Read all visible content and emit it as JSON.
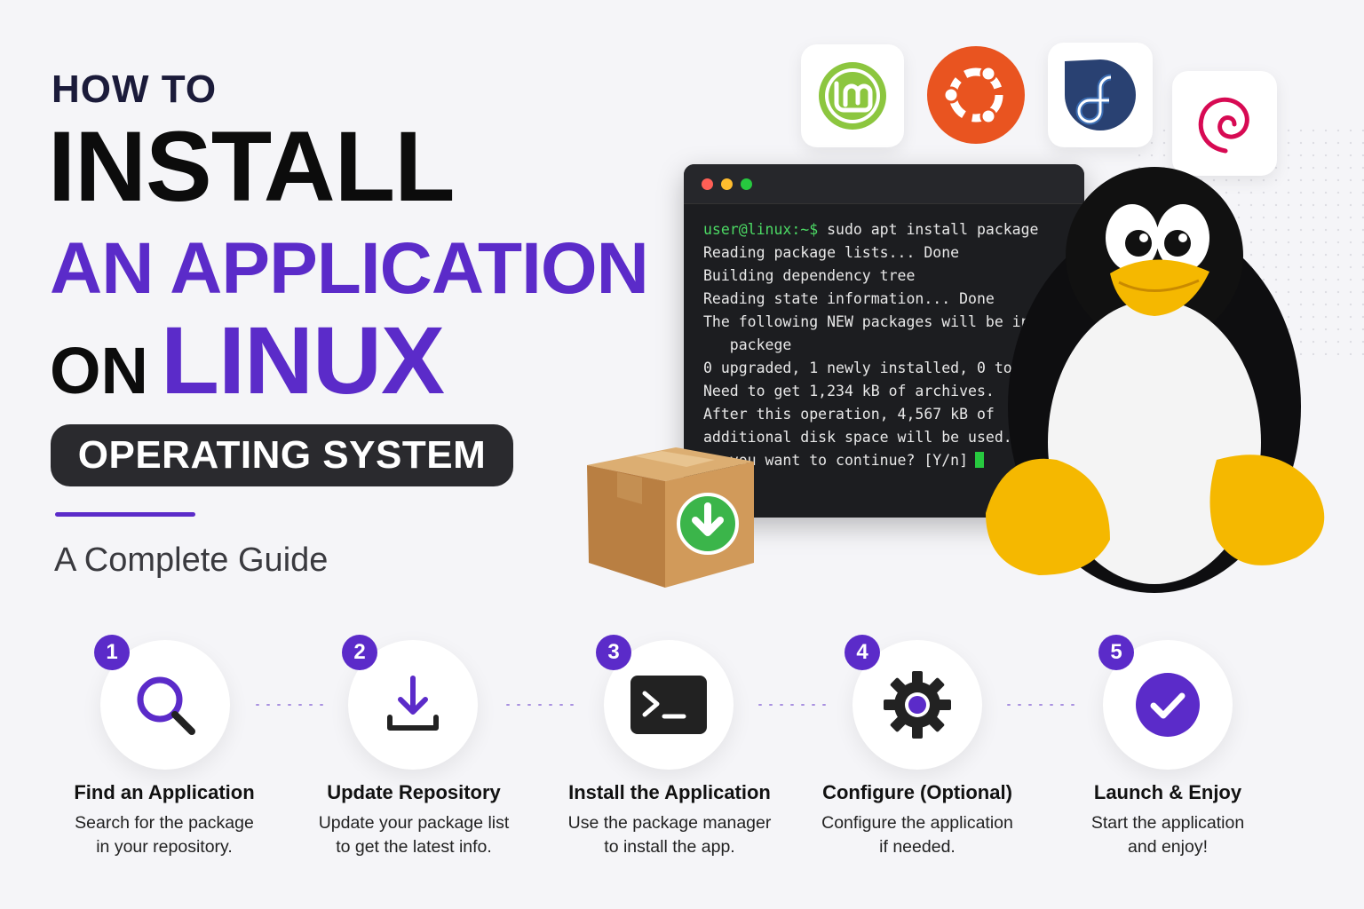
{
  "headline": {
    "how_to": "HOW TO",
    "install": "INSTALL",
    "application": "AN APPLICATION",
    "on": "ON",
    "linux": "LINUX",
    "operating_system": "OPERATING SYSTEM",
    "subtitle": "A Complete Guide"
  },
  "terminal": {
    "prompt": "user@linux:~$",
    "command": " sudo apt install package",
    "lines": [
      "Reading package lists... Done",
      "Building dependency tree",
      "Reading state information... Done",
      "The following NEW packages will be installed:",
      "   packege",
      "0 upgraded, 1 newly installed, 0 to remove",
      "Need to get 1,234 kB of archives.",
      "After this operation, 4,567 kB of",
      "additional disk space will be used.",
      "Do you want to continue? [Y/n]"
    ]
  },
  "distros": [
    "linux-mint-icon",
    "ubuntu-icon",
    "fedora-icon",
    "debian-icon"
  ],
  "steps": [
    {
      "number": "1",
      "title": "Find an Application",
      "desc1": "Search for the package",
      "desc2": "in your repository.",
      "icon": "search-icon"
    },
    {
      "number": "2",
      "title": "Update Repository",
      "desc1": "Update your package list",
      "desc2": "to get the latest info.",
      "icon": "download-icon"
    },
    {
      "number": "3",
      "title": "Install the Application",
      "desc1": "Use the package manager",
      "desc2": "to install the app.",
      "icon": "terminal-icon"
    },
    {
      "number": "4",
      "title": "Configure (Optional)",
      "desc1": "Configure the application",
      "desc2": "if needed.",
      "icon": "gear-icon"
    },
    {
      "number": "5",
      "title": "Launch & Enjoy",
      "desc1": "Start the application",
      "desc2": "and enjoy!",
      "icon": "check-icon"
    }
  ],
  "colors": {
    "accent": "#5b2bc9",
    "dark": "#2a2a2e",
    "terminal_green": "#4cd964"
  }
}
